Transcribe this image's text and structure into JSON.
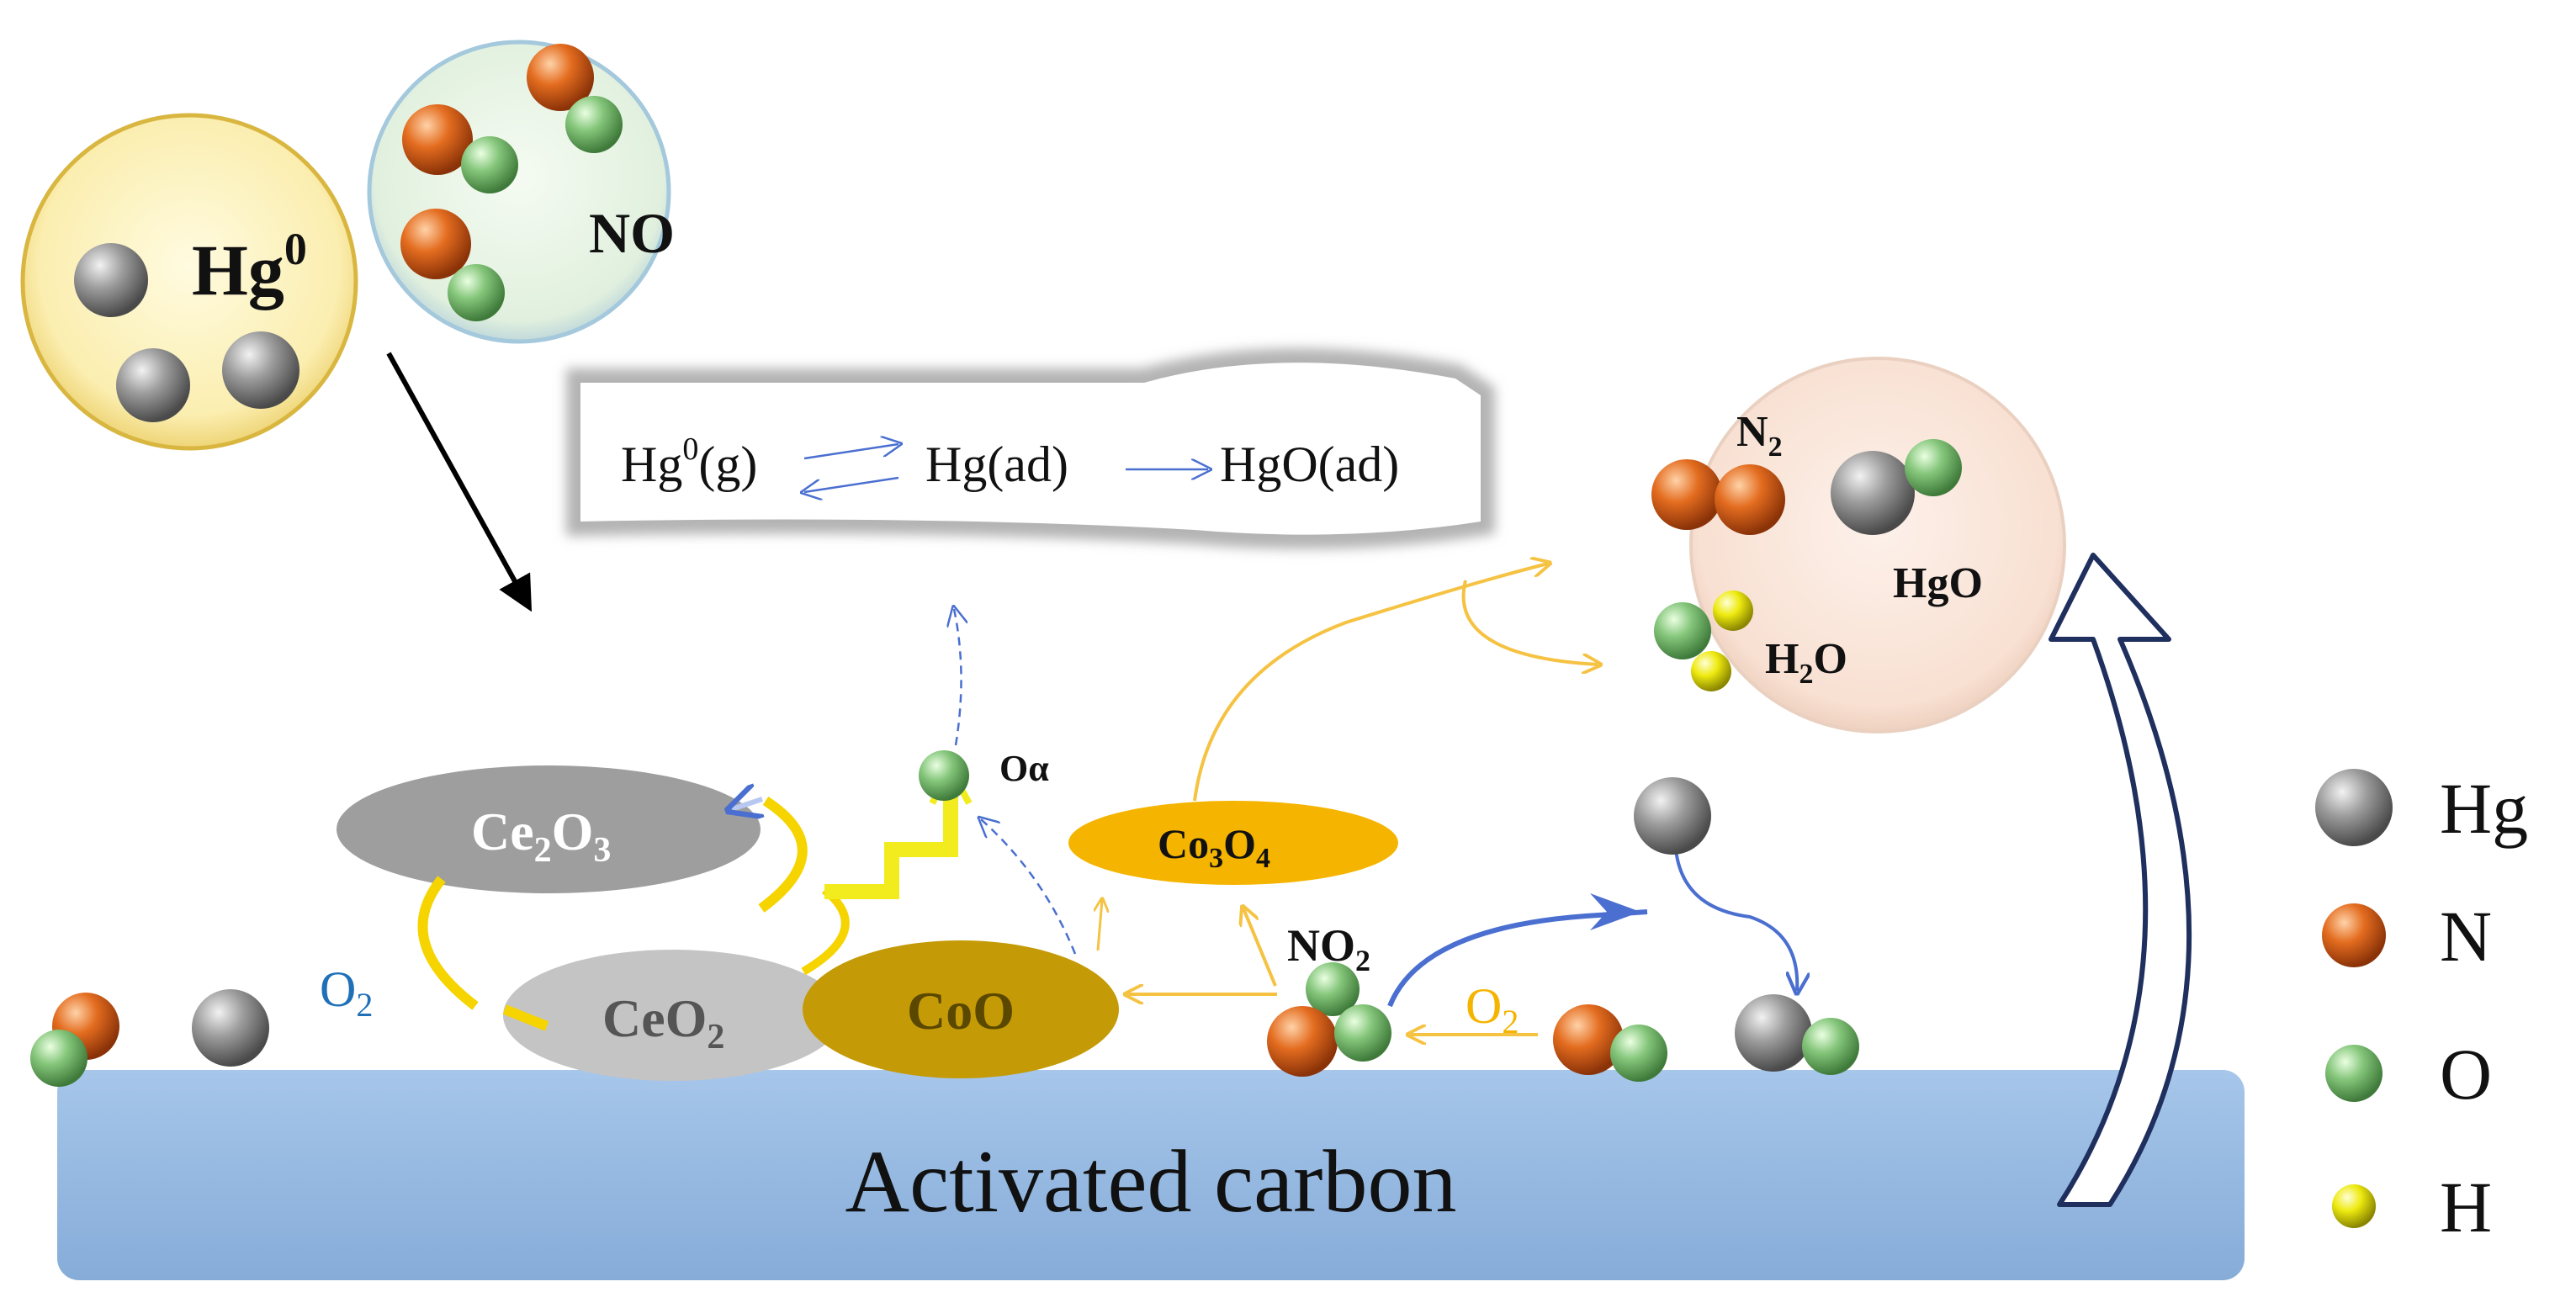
{
  "hg0_bubble": {
    "label": "Hg",
    "sup": "0"
  },
  "no_bubble": {
    "label": "NO"
  },
  "reaction": {
    "step1": "Hg",
    "step1_sup": "0",
    "step1_suffix": "(g)",
    "step2": "Hg(ad)",
    "step3": "HgO(ad)"
  },
  "products": {
    "n2": "N",
    "n2_sub": "2",
    "hgo": "HgO",
    "h2o_h": "H",
    "h2o_sub": "2",
    "h2o_o": "O"
  },
  "oxides": {
    "ce2o3": {
      "a": "Ce",
      "s1": "2",
      "b": "O",
      "s2": "3"
    },
    "ceo2": {
      "a": "CeO",
      "s1": "2"
    },
    "coo": "CoO",
    "co3o4": {
      "a": "Co",
      "s1": "3",
      "b": "O",
      "s2": "4"
    }
  },
  "labels": {
    "o_alpha": "Oα",
    "o2_left": "O",
    "o2_left_sub": "2",
    "o2_right": "O",
    "o2_right_sub": "2",
    "no2": "NO",
    "no2_sub": "2"
  },
  "substrate": "Activated carbon",
  "legend": [
    {
      "label": "Hg",
      "atom": "hg"
    },
    {
      "label": "N",
      "atom": "n"
    },
    {
      "label": "O",
      "atom": "o"
    },
    {
      "label": "H",
      "atom": "h"
    }
  ],
  "colors": {
    "hg": "#8c8c8c",
    "n": "#e06a1a",
    "o": "#7cc070",
    "h": "#f0ee10",
    "substrate": "#9ec0e6",
    "coo": "#c49a06",
    "co3o4": "#f5b400",
    "ceria": "#b8b8b8",
    "arrow_yellow": "#f5c242",
    "arrow_blue": "#4a6fd0",
    "arrow_navy": "#1f2f5e"
  }
}
